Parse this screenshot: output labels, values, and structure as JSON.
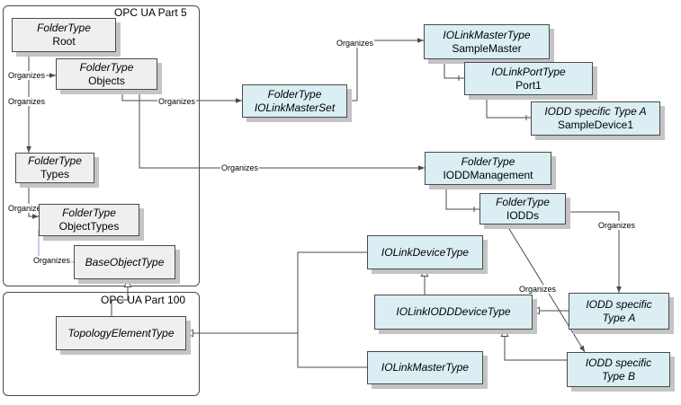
{
  "regions": {
    "part5": "OPC UA Part 5",
    "part100": "OPC UA Part 100"
  },
  "nodes": {
    "root": {
      "type": "FolderType",
      "name": "Root"
    },
    "objects": {
      "type": "FolderType",
      "name": "Objects"
    },
    "types": {
      "type": "FolderType",
      "name": "Types"
    },
    "objecttypes": {
      "type": "FolderType",
      "name": "ObjectTypes"
    },
    "baseobjecttype": {
      "name": "BaseObjectType"
    },
    "topology": {
      "name": "TopologyElementType"
    },
    "mastersetbox": {
      "type": "FolderType",
      "name": "IOLinkMasterSet"
    },
    "samplemaster": {
      "type": "IOLinkMasterType",
      "name": "SampleMaster"
    },
    "port1": {
      "type": "IOLinkPortType",
      "name": "Port1"
    },
    "sampledevice": {
      "type": "IODD specific Type A",
      "name": "SampleDevice1"
    },
    "ioddmgmt": {
      "type": "FolderType",
      "name": "IODDManagement"
    },
    "iodds": {
      "type": "FolderType",
      "name": "IODDs"
    },
    "devicetype": {
      "name": "IOLinkDeviceType"
    },
    "iodddevicetype": {
      "name": "IOLinkIODDDeviceType"
    },
    "mastertype": {
      "name": "IOLinkMasterType"
    },
    "typea": {
      "line1": "IODD specific",
      "line2": "Type A"
    },
    "typeb": {
      "line1": "IODD specific",
      "line2": "Type B"
    }
  },
  "edge_labels": {
    "organizes": "Organizes"
  },
  "colors": {
    "grey_fill": "#efefef",
    "blue_fill": "#daeef3",
    "shadow": "#c4c4c4",
    "line": "#4a4a4a",
    "subtle_line": "#8aa0c8"
  }
}
